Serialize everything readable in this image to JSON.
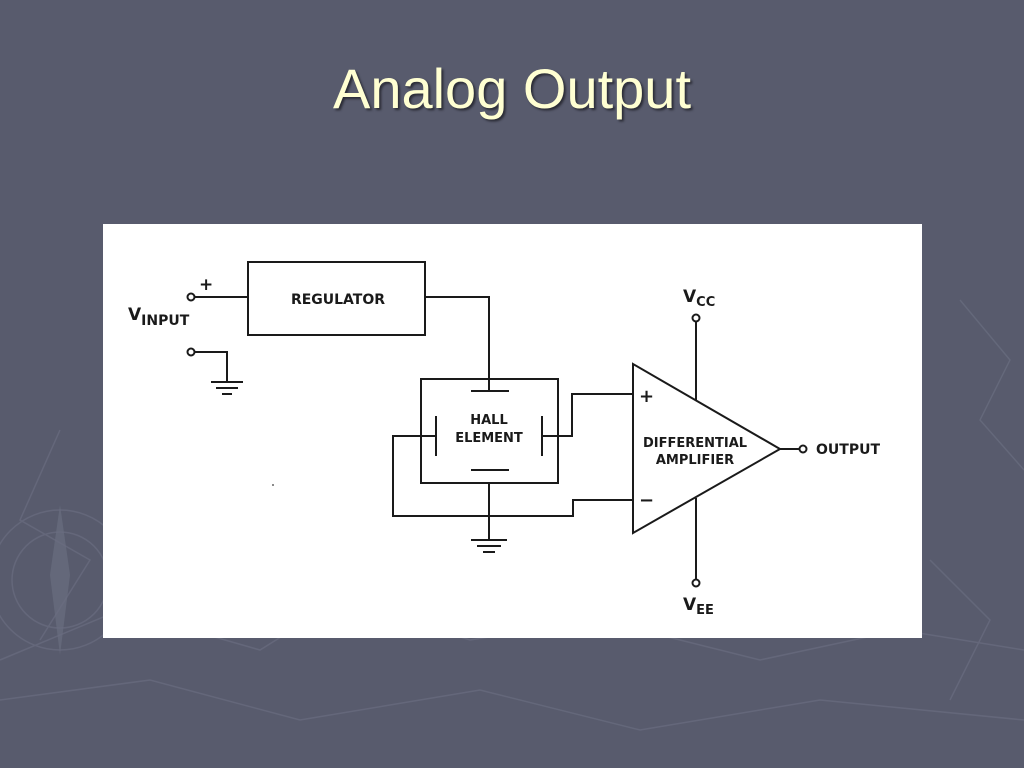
{
  "slide": {
    "title": "Analog Output",
    "background_color": "#585b6d",
    "title_color": "#ffffd2"
  },
  "diagram": {
    "blocks": {
      "regulator": "REGULATOR",
      "hall_line1": "HALL",
      "hall_line2": "ELEMENT",
      "amp_line1": "DIFFERENTIAL",
      "amp_line2": "AMPLIFIER"
    },
    "terminals": {
      "vinput_main": "V",
      "vinput_sub": "INPUT",
      "plus_sign": "+",
      "vcc_main": "V",
      "vcc_sub": "CC",
      "vee_main": "V",
      "vee_sub": "EE",
      "output": "OUTPUT"
    },
    "amp_inputs": {
      "plus": "+",
      "minus": "−"
    }
  }
}
